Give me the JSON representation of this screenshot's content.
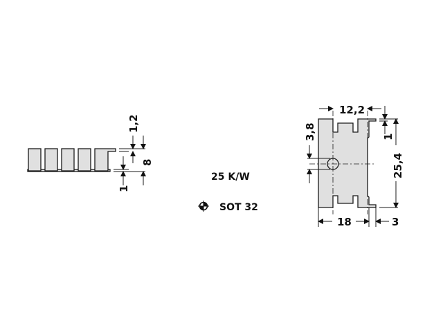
{
  "diagram": {
    "thermal_resistance": "25 K/W",
    "package": {
      "icon": "transistor-package-icon",
      "label": "SOT 32"
    },
    "colors": {
      "fill": "#e0e0e0",
      "stroke": "#1a1a1a",
      "background": "#ffffff"
    },
    "side_view": {
      "dimensions": {
        "thickness_top": "1,2",
        "height": "8",
        "base_thickness": "1"
      }
    },
    "front_view": {
      "dimensions": {
        "inner_width": "12,2",
        "tab_height": "1",
        "hole_offset": "3,8",
        "length": "25,4",
        "width": "18",
        "tab_extension": "3"
      }
    }
  }
}
